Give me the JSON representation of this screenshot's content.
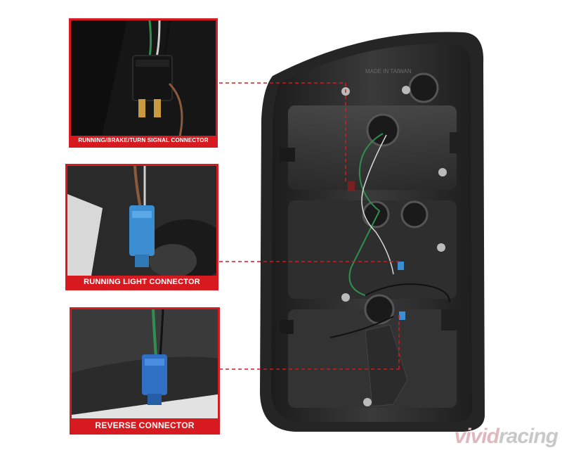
{
  "callouts": [
    {
      "id": "running-brake-turn",
      "label": "RUNNING/BRAKE/TURN SIGNAL CONNECTOR"
    },
    {
      "id": "running-light",
      "label": "RUNNING LIGHT CONNECTOR"
    },
    {
      "id": "reverse",
      "label": "REVERSE CONNECTOR"
    }
  ],
  "housing_text": "MADE IN TAIWAN",
  "watermark": {
    "prefix": "vivid",
    "suffix": "racing"
  },
  "colors": {
    "accent_red": "#d71920",
    "connector_blue": "#3a8ed1",
    "housing": "#2a2a2a"
  }
}
